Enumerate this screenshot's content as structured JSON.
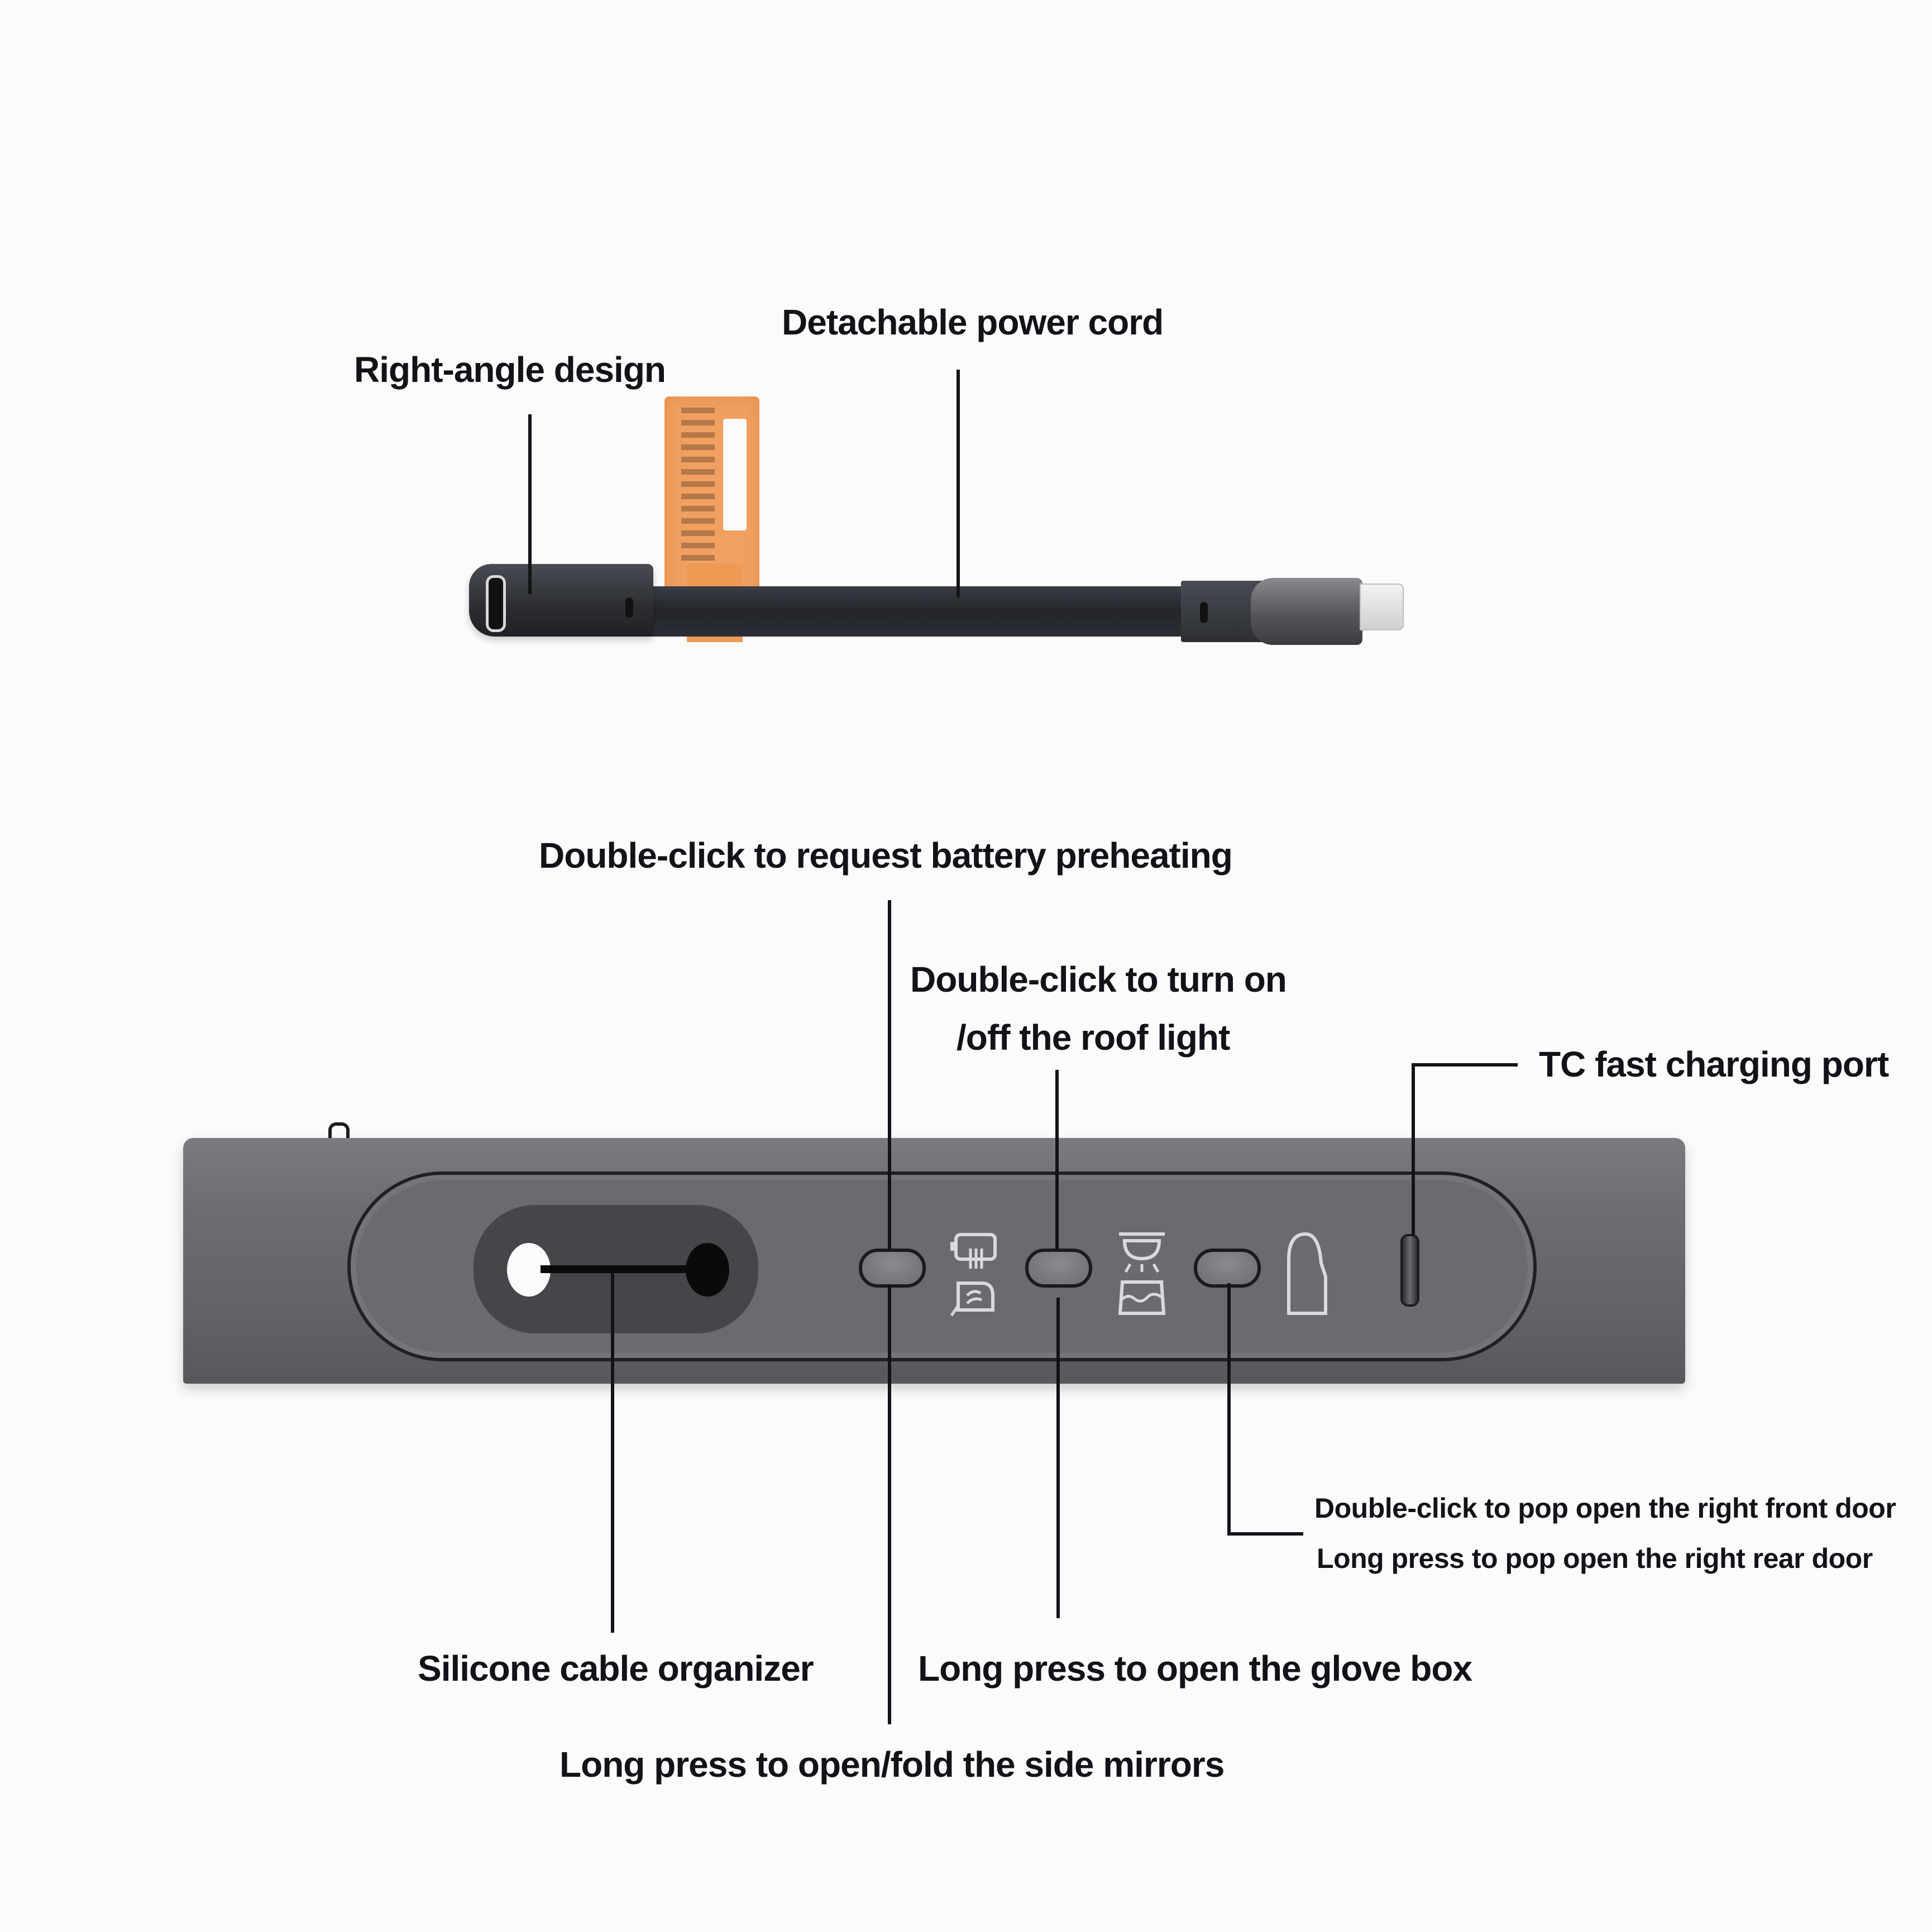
{
  "cable": {
    "labels": {
      "right_angle": "Right-angle design",
      "detachable": "Detachable power cord"
    },
    "tag_color": "#f0a060",
    "cable_color": "#26282e"
  },
  "panel": {
    "body_color": "#6c6d72",
    "labels": {
      "battery_preheat": "Double-click to request battery preheating",
      "roof_light_line1": "Double-click to turn on",
      "roof_light_line2": "/off the roof light",
      "tc_port": "TC fast charging port",
      "right_front_door": "Double-click to pop open the right front door",
      "right_rear_door": "Long press to pop open the right rear door",
      "cable_organizer": "Silicone cable organizer",
      "glove_box": "Long press to open the glove box",
      "side_mirrors": "Long press to open/fold the side mirrors"
    },
    "buttons": [
      {
        "id": "button-1",
        "icons": [
          "battery-heat-icon",
          "side-mirror-icon"
        ]
      },
      {
        "id": "button-2",
        "icons": [
          "roof-light-icon",
          "glove-box-icon"
        ]
      },
      {
        "id": "button-3",
        "icons": [
          "car-door-icon"
        ]
      }
    ],
    "port": "usb-c-port"
  }
}
